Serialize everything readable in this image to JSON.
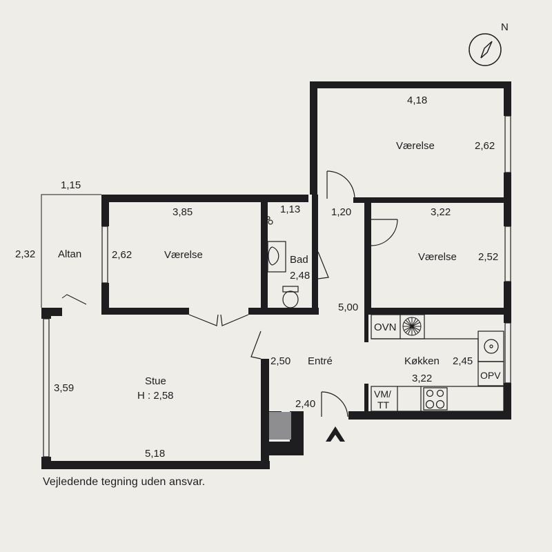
{
  "compass": {
    "label": "N",
    "icon": "compass-icon"
  },
  "rooms": {
    "vaerelse_top": {
      "name": "Værelse",
      "width": "4,18",
      "depth": "2,62"
    },
    "vaerelse_left": {
      "name": "Værelse",
      "width": "3,85",
      "depth": "2,62"
    },
    "vaerelse_right": {
      "name": "Værelse",
      "width": "3,22",
      "depth": "2,52"
    },
    "altan": {
      "name": "Altan",
      "width": "1,15",
      "depth": "2,32"
    },
    "bad": {
      "name": "Bad",
      "width": "1,13",
      "depth": "2,48"
    },
    "stue": {
      "name": "Stue",
      "height_note": "H : 2,58",
      "width": "5,18",
      "depth": "3,59"
    },
    "entre": {
      "name": "Entré",
      "width": "2,50",
      "depth": "5,00",
      "door_width": "1,20",
      "entrance_width": "2,40"
    },
    "kokken": {
      "name": "Køkken",
      "width": "3,22",
      "depth": "2,45"
    }
  },
  "appliances": {
    "oven": "OVN",
    "dishwasher": "OPV",
    "washer_dryer_line1": "VM/",
    "washer_dryer_line2": "TT"
  },
  "colors": {
    "wall": "#1e1d1f",
    "background": "#efede7",
    "chimney": "#8e8d90"
  },
  "footer": "Vejledende tegning uden ansvar."
}
